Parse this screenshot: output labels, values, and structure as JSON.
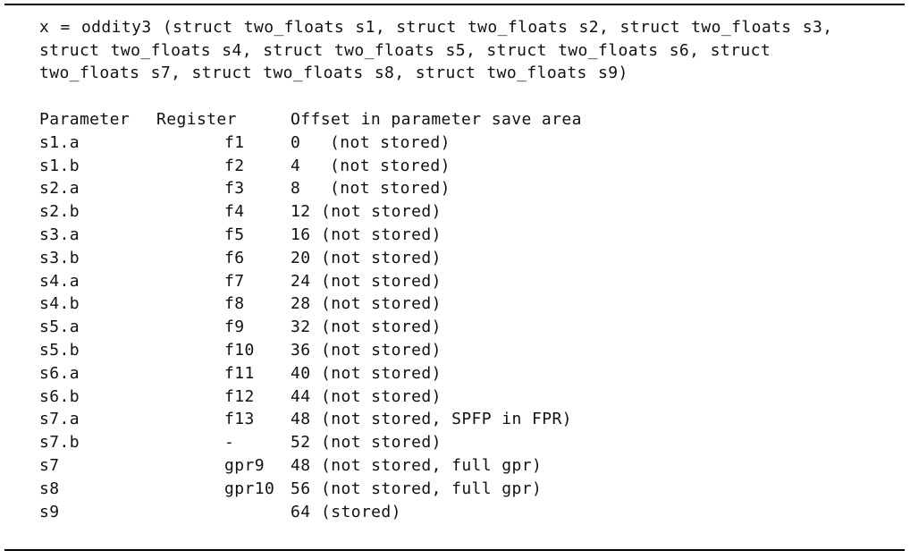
{
  "signature": "x = oddity3 (struct two_floats s1, struct two_floats s2, struct two_floats s3, struct two_floats s4, struct two_floats s5, struct two_floats s6, struct two_floats s7, struct two_floats s8, struct two_floats s9)",
  "table": {
    "headers": {
      "parameter": "Parameter",
      "register": "Register",
      "offset": "Offset in parameter save area"
    },
    "rows": [
      {
        "param": "s1.a",
        "reg": "f1",
        "offset": "0",
        "note": "(not stored)"
      },
      {
        "param": "s1.b",
        "reg": "f2",
        "offset": "4",
        "note": "(not stored)"
      },
      {
        "param": "s2.a",
        "reg": "f3",
        "offset": "8",
        "note": "(not stored)"
      },
      {
        "param": "s2.b",
        "reg": "f4",
        "offset": "12",
        "note": "(not stored)"
      },
      {
        "param": "s3.a",
        "reg": "f5",
        "offset": "16",
        "note": "(not stored)"
      },
      {
        "param": "s3.b",
        "reg": "f6",
        "offset": "20",
        "note": "(not stored)"
      },
      {
        "param": "s4.a",
        "reg": "f7",
        "offset": "24",
        "note": "(not stored)"
      },
      {
        "param": "s4.b",
        "reg": "f8",
        "offset": "28",
        "note": "(not stored)"
      },
      {
        "param": "s5.a",
        "reg": "f9",
        "offset": "32",
        "note": "(not stored)"
      },
      {
        "param": "s5.b",
        "reg": "f10",
        "offset": "36",
        "note": "(not stored)"
      },
      {
        "param": "s6.a",
        "reg": "f11",
        "offset": "40",
        "note": "(not stored)"
      },
      {
        "param": "s6.b",
        "reg": "f12",
        "offset": "44",
        "note": "(not stored)"
      },
      {
        "param": "s7.a",
        "reg": "f13",
        "offset": "48",
        "note": "(not stored, SPFP in FPR)"
      },
      {
        "param": "s7.b",
        "reg": "-",
        "offset": "52",
        "note": "(not stored)"
      },
      {
        "param": "s7",
        "reg": "gpr9",
        "offset": "48",
        "note": "(not stored, full gpr)"
      },
      {
        "param": "s8",
        "reg": "gpr10",
        "offset": "56",
        "note": "(not stored, full gpr)"
      },
      {
        "param": "s9",
        "reg": "",
        "offset": "64",
        "note": "(stored)"
      }
    ]
  }
}
